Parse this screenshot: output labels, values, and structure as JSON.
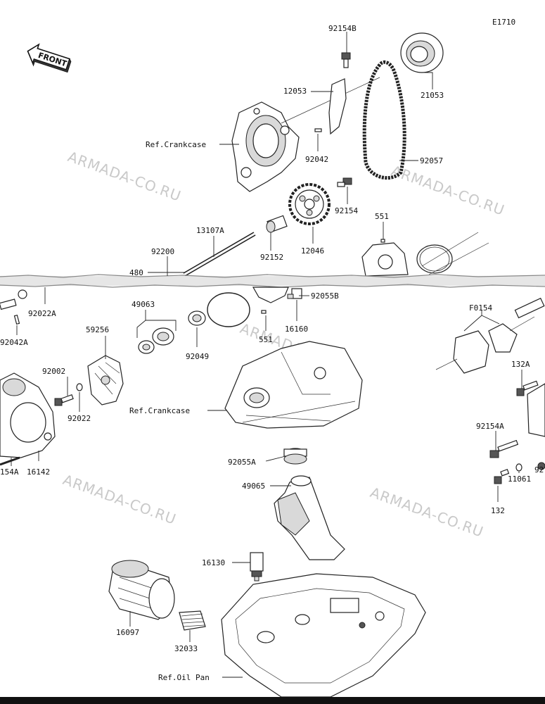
{
  "page_code": "E1710",
  "front_arrow": "FRONT",
  "watermark": "ARMADA-CO.RU",
  "labels": {
    "p92154B": "92154B",
    "p12053": "12053",
    "p21053": "21053",
    "ref_crankcase_top": "Ref.Crankcase",
    "p92042": "92042",
    "p92057": "92057",
    "p92154": "92154",
    "p551_top": "551",
    "p13107A": "13107A",
    "p92152": "92152",
    "p12046": "12046",
    "p92200": "92200",
    "p480": "480",
    "p92055B": "92055B",
    "p92022A": "92022A",
    "p92042A": "92042A",
    "p49063": "49063",
    "p59256": "59256",
    "p92049": "92049",
    "p551_mid": "551",
    "p16160": "16160",
    "p92002": "92002",
    "p92022": "92022",
    "ref_crankcase_mid": "Ref.Crankcase",
    "p16142": "16142",
    "p154A": "154A",
    "p92055A": "92055A",
    "p49065": "49065",
    "p132A": "132A",
    "p92154A": "92154A",
    "p11061": "11061",
    "p132": "132",
    "p92_cut": "92",
    "pF0154": "F0154",
    "p16130": "16130",
    "p16097": "16097",
    "p32033": "32033",
    "ref_oil_pan": "Ref.Oil Pan"
  }
}
